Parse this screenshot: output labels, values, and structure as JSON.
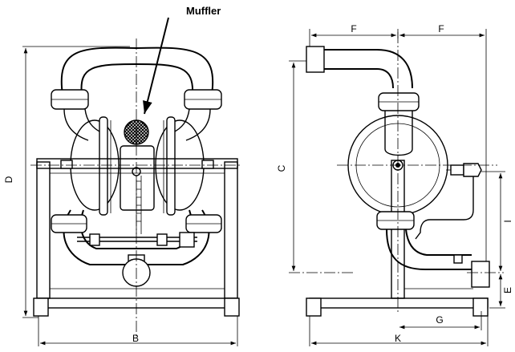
{
  "labels": {
    "muffler": "Muffler",
    "B": "B",
    "C": "C",
    "D": "D",
    "E": "E",
    "F_left": "F",
    "F_right": "F",
    "G": "G",
    "I": "I",
    "K": "K"
  }
}
